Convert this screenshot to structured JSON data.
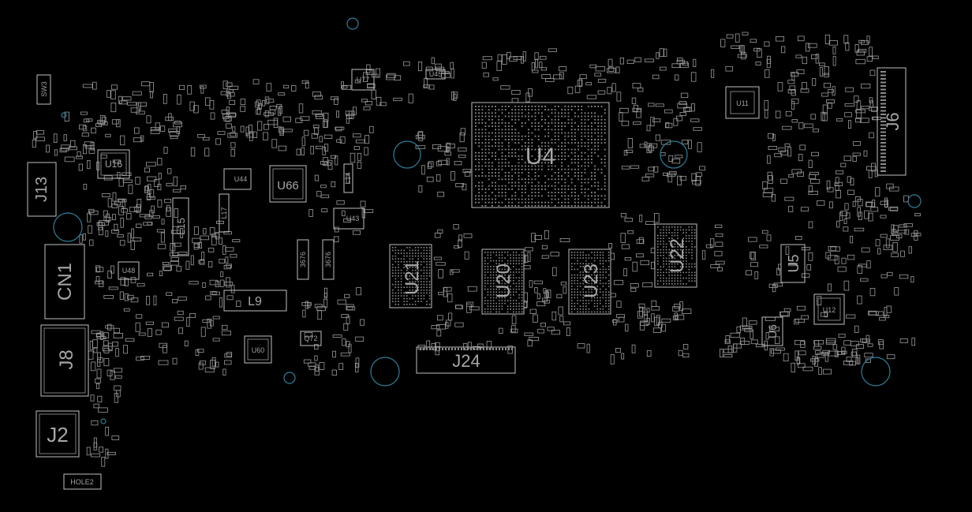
{
  "colors": {
    "background": "#000000",
    "silkscreen": "#bfbfbf",
    "label": "#a7a7a7",
    "mounting_hole": "#2f7f9a"
  },
  "components": {
    "U4": "U4",
    "U21": "U21",
    "U20": "U20",
    "U23": "U23",
    "U22": "U22",
    "J24": "J24",
    "J8": "J8",
    "J2": "J2",
    "J13": "J13",
    "J6": "J6",
    "CN1": "CN1",
    "L9": "L9",
    "L15": "L15",
    "L14": "L14",
    "L17": "L17",
    "U66": "U66",
    "U16": "U16",
    "U5": "U5",
    "U6": "U6",
    "U11": "U11",
    "U12": "U12",
    "U60": "U60",
    "U43": "U43",
    "U44": "U44",
    "U77": "U77",
    "U45": "U45",
    "U48": "U48",
    "Q72": "Q72",
    "SW3": "SW3",
    "HOLE2": "HOLE2",
    "R3676a": "3676",
    "R3676b": "3676"
  }
}
